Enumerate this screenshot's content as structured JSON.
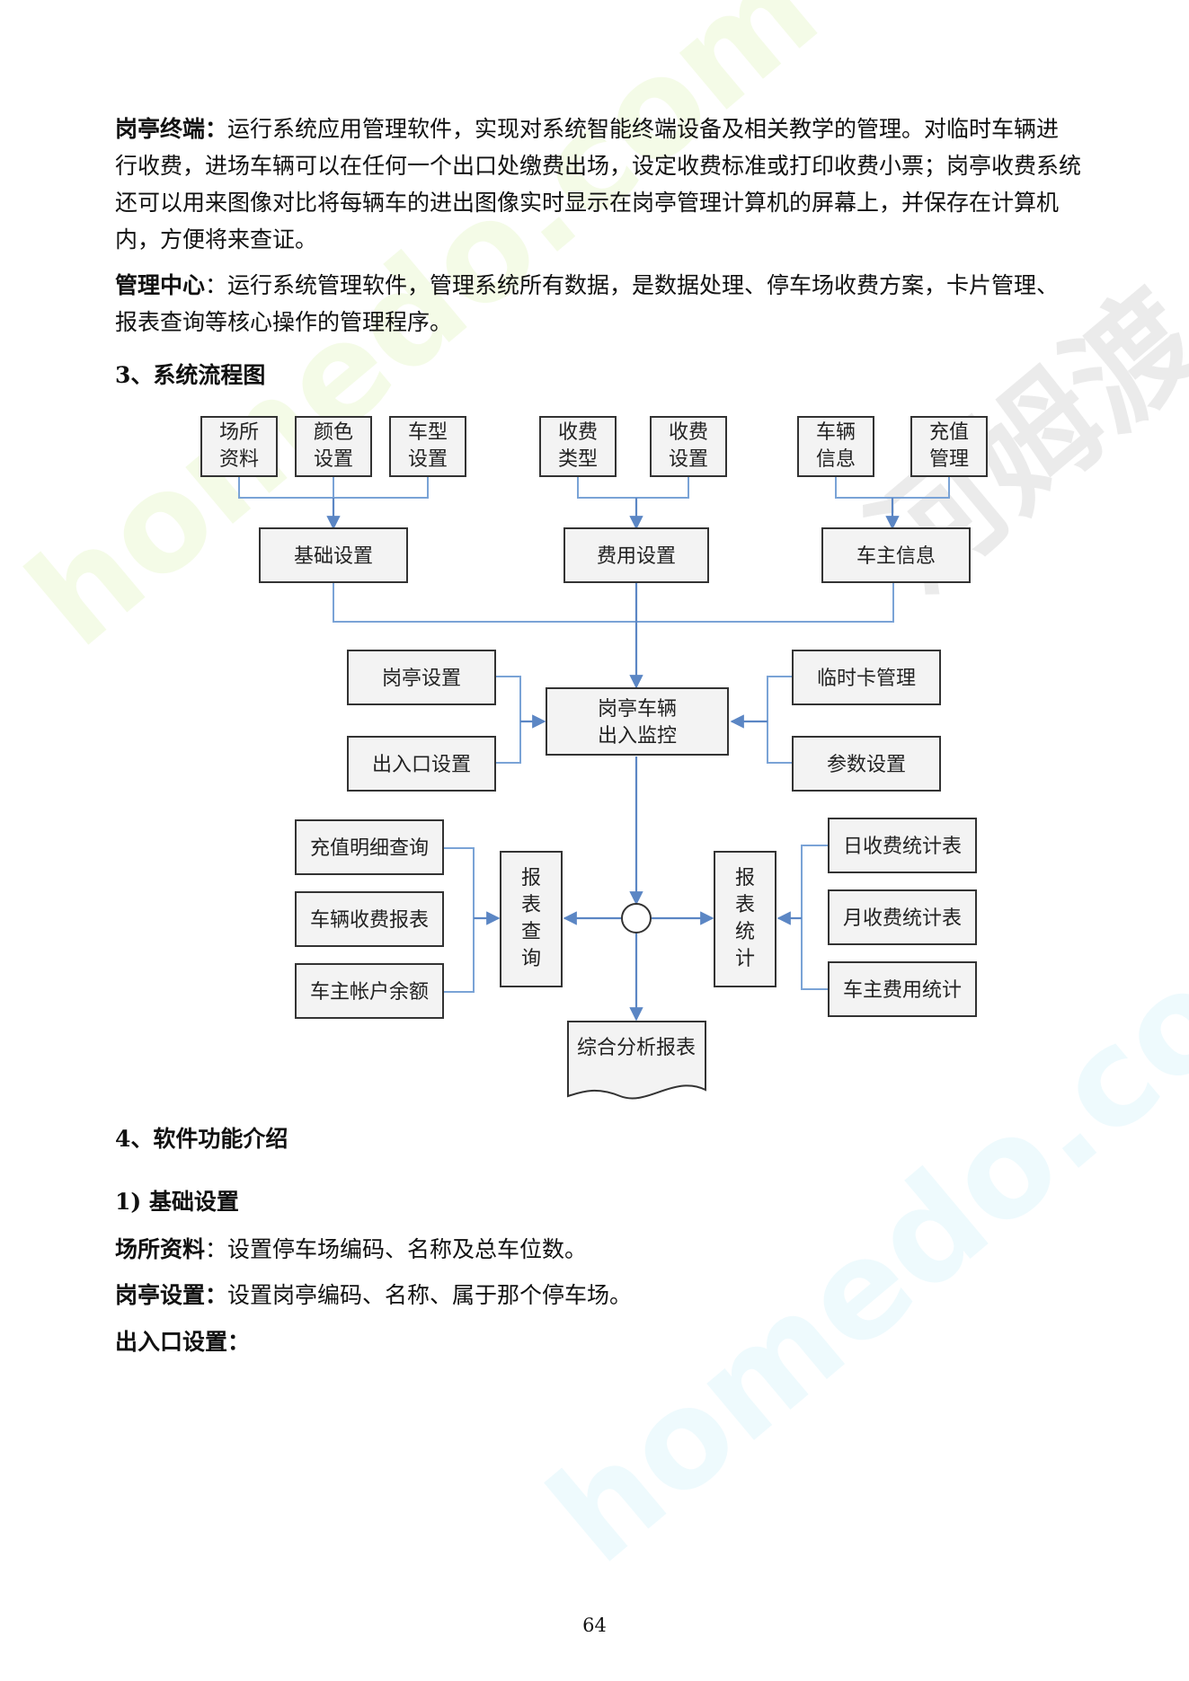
{
  "paragraphs": {
    "p1": {
      "label": "岗亭终端：",
      "text": "运行系统应用管理软件，实现对系统智能终端设备及相关教学的管理。对临时车辆进行收费，进场车辆可以在任何一个出口处缴费出场，设定收费标准或打印收费小票；岗亭收费系统还可以用来图像对比将每辆车的进出图像实时显示在岗亭管理计算机的屏幕上，并保存在计算机内，方便将来查证。"
    },
    "p2": {
      "label": "管理中心",
      "text": "：运行系统管理软件，管理系统所有数据，是数据处理、停车场收费方案，卡片管理、报表查询等核心操作的管理程序。"
    }
  },
  "headings": {
    "h3": "3、系统流程图",
    "h4": "4、软件功能介绍",
    "h41": "1)  基础设置"
  },
  "items": {
    "i1": {
      "label": "场所资料",
      "text": "：设置停车场编码、名称及总车位数。"
    },
    "i2": {
      "label": "岗亭设置：",
      "text": "设置岗亭编码、名称、属于那个停车场。"
    },
    "i3": {
      "label": "出入口设置：",
      "text": ""
    }
  },
  "flowchart": {
    "top": [
      {
        "l1": "场所",
        "l2": "资料"
      },
      {
        "l1": "颜色",
        "l2": "设置"
      },
      {
        "l1": "车型",
        "l2": "设置"
      },
      {
        "l1": "收费",
        "l2": "类型"
      },
      {
        "l1": "收费",
        "l2": "设置"
      },
      {
        "l1": "车辆",
        "l2": "信息"
      },
      {
        "l1": "充值",
        "l2": "管理"
      }
    ],
    "basic": "基础设置",
    "fee": "费用设置",
    "owner": "车主信息",
    "booth_setting": "岗亭设置",
    "gate_setting": "出入口设置",
    "temp_card": "临时卡管理",
    "param": "参数设置",
    "center_l1": "岗亭车辆",
    "center_l2": "出入监控",
    "left_list": [
      "充值明细查询",
      "车辆收费报表",
      "车主帐户余额"
    ],
    "right_list": [
      "日收费统计表",
      "月收费统计表",
      "车主费用统计"
    ],
    "report_query": [
      "报",
      "表",
      "查",
      "询"
    ],
    "report_stat": [
      "报",
      "表",
      "统",
      "计"
    ],
    "summary": "综合分析报表"
  },
  "watermark": {
    "brand": "homedo.com",
    "cn": "河姆渡"
  },
  "page_number": "64"
}
